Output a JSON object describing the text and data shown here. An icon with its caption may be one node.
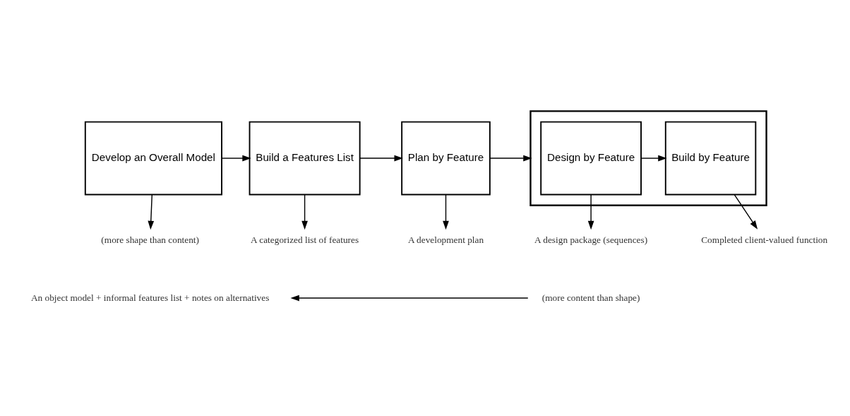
{
  "diagram": {
    "nodes": [
      {
        "text": [
          "Develop an Overall Model"
        ]
      },
      {
        "text": [
          "Build a Features List"
        ]
      },
      {
        "text": [
          "Plan by Feature"
        ]
      },
      {
        "text": [],
        "shape": "box"
      },
      {
        "text": [
          "Design by Feature"
        ],
        "in": 3
      },
      {
        "text": [
          "Build by Feature"
        ],
        "in": 3
      },
      {
        "text": [
          "(more shape than content)"
        ]
      },
      {
        "text": [
          "A categorized list of features"
        ]
      },
      {
        "text": [
          "A development plan"
        ]
      },
      {
        "text": [
          "A design package (sequences)"
        ]
      },
      {
        "text": [
          "Completed client-valued function"
        ]
      },
      {
        "text": [
          "An object model + informal features list + notes on alternatives"
        ]
      },
      {
        "text": [
          "(more content than shape)"
        ]
      }
    ],
    "edges": [
      {
        "from": 0,
        "to": 1,
        "arrow": "to"
      },
      {
        "from": 1,
        "to": 2,
        "arrow": "to"
      },
      {
        "from": 2,
        "to": 3,
        "arrow": "to"
      },
      {
        "from": 4,
        "to": 5,
        "arrow": "to"
      },
      {
        "from": 0,
        "to": 6,
        "arrow": "to"
      },
      {
        "from": 1,
        "to": 7,
        "arrow": "to"
      },
      {
        "from": 2,
        "to": 8,
        "arrow": "to"
      },
      {
        "from": 4,
        "to": 9,
        "arrow": "to"
      },
      {
        "from": 5,
        "to": 10,
        "arrow": "to"
      },
      {
        "from": 12,
        "to": 11,
        "arrow": "to"
      }
    ]
  }
}
